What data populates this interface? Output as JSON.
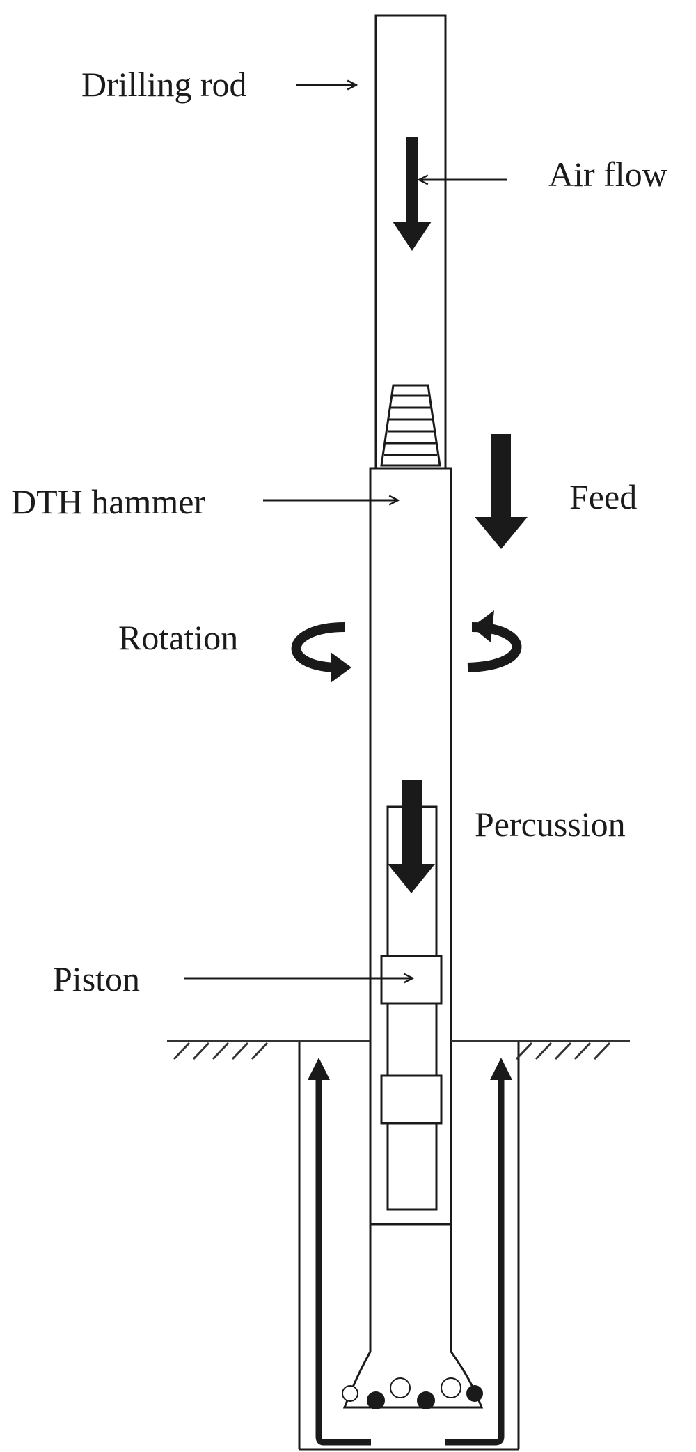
{
  "diagram": {
    "labels": {
      "drilling_rod": "Drilling rod",
      "air_flow": "Air flow",
      "dth_hammer": "DTH hammer",
      "feed": "Feed",
      "rotation": "Rotation",
      "percussion": "Percussion",
      "piston": "Piston"
    },
    "colors": {
      "ink": "#1a1a1a",
      "background": "#ffffff",
      "ground_hatch": "#333333"
    }
  }
}
